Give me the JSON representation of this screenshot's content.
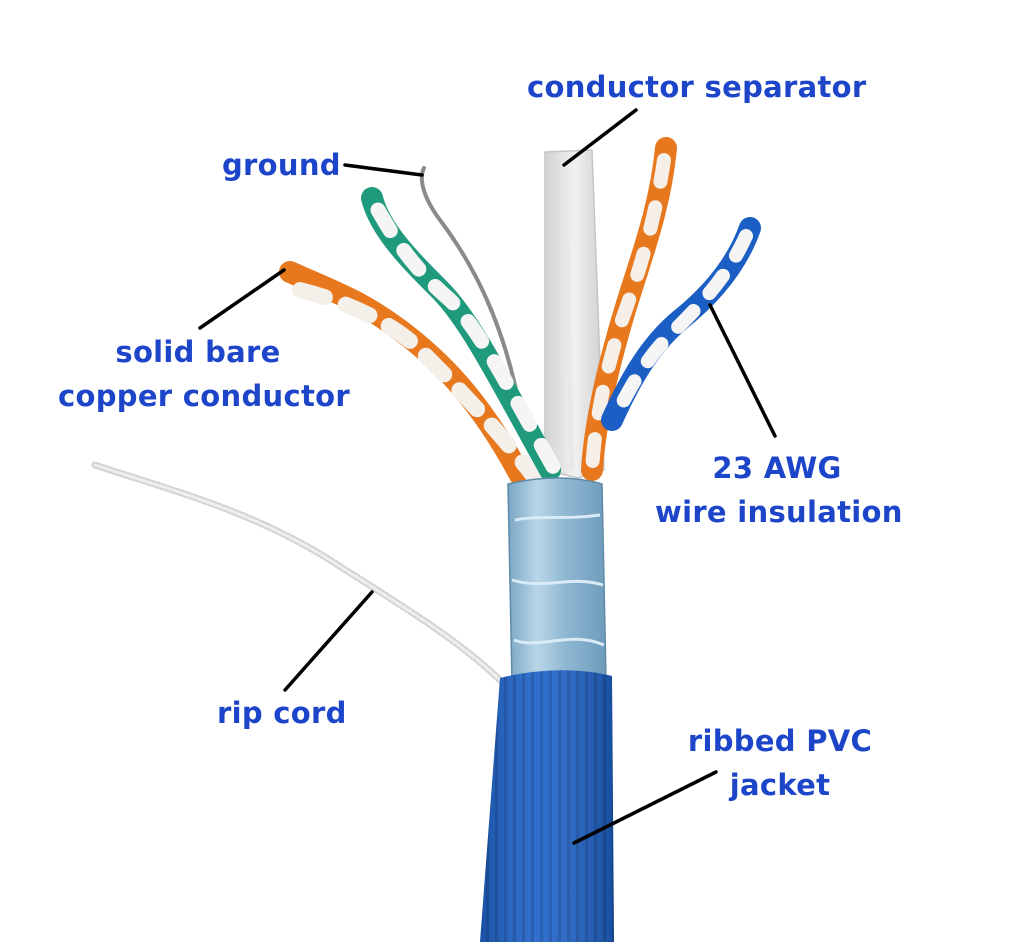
{
  "labels": {
    "conductor_separator": "conductor separator",
    "ground": "ground",
    "solid_bare_line1": "solid bare",
    "solid_bare_line2": "copper conductor",
    "awg_line1": "23 AWG",
    "awg_line2": "wire insulation",
    "rip_cord": "rip cord",
    "jacket_line1": "ribbed PVC",
    "jacket_line2": "jacket"
  },
  "colors": {
    "label_text": "#1c45c9",
    "leader_line": "#000000",
    "jacket_blue": "#1e63c9",
    "foil_shield": "#8fb8d4",
    "separator": "#dcdcdc",
    "orange_pair": "#e8781e",
    "green_pair": "#1f9a7c",
    "blue_pair": "#1b5fc4",
    "ground_wire": "#8a8a8a",
    "rip_cord": "#d8d8d8"
  }
}
